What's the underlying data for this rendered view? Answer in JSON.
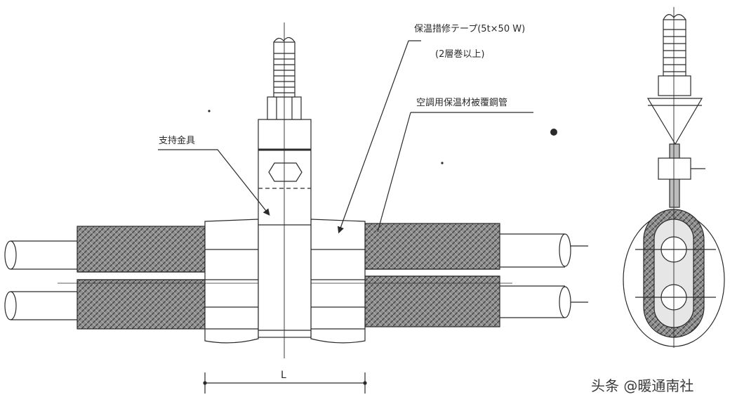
{
  "drawing": {
    "labels": {
      "tape": "保温措修テープ(5t×50 W)",
      "tape_note": "(2層巻以上)",
      "pipe_material": "空調用保温材被覆鋼管",
      "support": "支持金具",
      "length": "L"
    }
  },
  "watermark": {
    "text": "头条 @暖通南社"
  },
  "colors": {
    "ink": "#2a2a2a",
    "hatch": "#6b6b6b",
    "background": "#ffffff"
  }
}
